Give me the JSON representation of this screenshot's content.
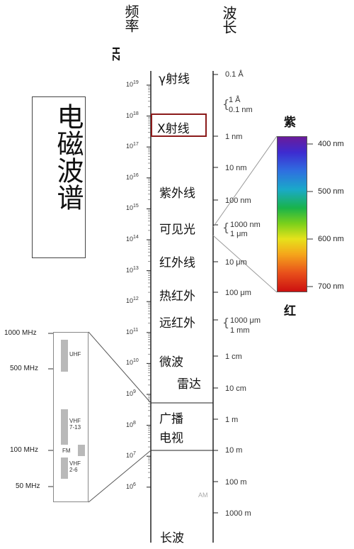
{
  "title": "电磁波谱",
  "headers": {
    "frequency": "频率",
    "hz": "HZ",
    "wavelength": "波长"
  },
  "bands": [
    {
      "id": "gamma",
      "label": "γ射线"
    },
    {
      "id": "xray",
      "label": "X射线"
    },
    {
      "id": "uv",
      "label": "紫外线"
    },
    {
      "id": "visible",
      "label": "可见光"
    },
    {
      "id": "ir",
      "label": "红外线"
    },
    {
      "id": "thermal",
      "label": "热红外"
    },
    {
      "id": "far-ir",
      "label": "远红外"
    },
    {
      "id": "microwave",
      "label": "微波"
    },
    {
      "id": "radar",
      "label": "雷达"
    },
    {
      "id": "broadcast",
      "label": "广播"
    },
    {
      "id": "tv",
      "label": "电视"
    },
    {
      "id": "long-wave",
      "label": "长波"
    }
  ],
  "frequency_exponents": [
    "19",
    "18",
    "17",
    "16",
    "15",
    "14",
    "13",
    "12",
    "11",
    "10",
    "9",
    "8",
    "7",
    "6"
  ],
  "frequency_base": "10",
  "wavelength_labels": [
    "0.1 Å",
    "1 Å",
    "0.1 nm",
    "1 nm",
    "10 nm",
    "100 nm",
    "1000 nm",
    "1 μm",
    "10 μm",
    "100 μm",
    "1000 μm",
    "1 mm",
    "1 cm",
    "10 cm",
    "1 m",
    "10 m",
    "100 m",
    "1000 m"
  ],
  "visible_spectrum": {
    "top_label": "紫",
    "bottom_label": "红",
    "ticks": [
      "400 nm",
      "500 nm",
      "600 nm",
      "700 nm"
    ],
    "colors": [
      "#6a1b9a",
      "#3d2bd0",
      "#2f6fe0",
      "#1aa9c9",
      "#19b34a",
      "#7ad01b",
      "#e6e21b",
      "#f5a51b",
      "#e8501b",
      "#cc1010"
    ]
  },
  "radio_detail": {
    "mhz_labels": [
      "1000 MHz",
      "500 MHz",
      "100 MHz",
      "50 MHz"
    ],
    "bands": [
      "UHF",
      "VHF\n7-13",
      "FM",
      "VHF\n2-6"
    ]
  },
  "am_label": "AM",
  "accent_color": "#8b1a1a"
}
